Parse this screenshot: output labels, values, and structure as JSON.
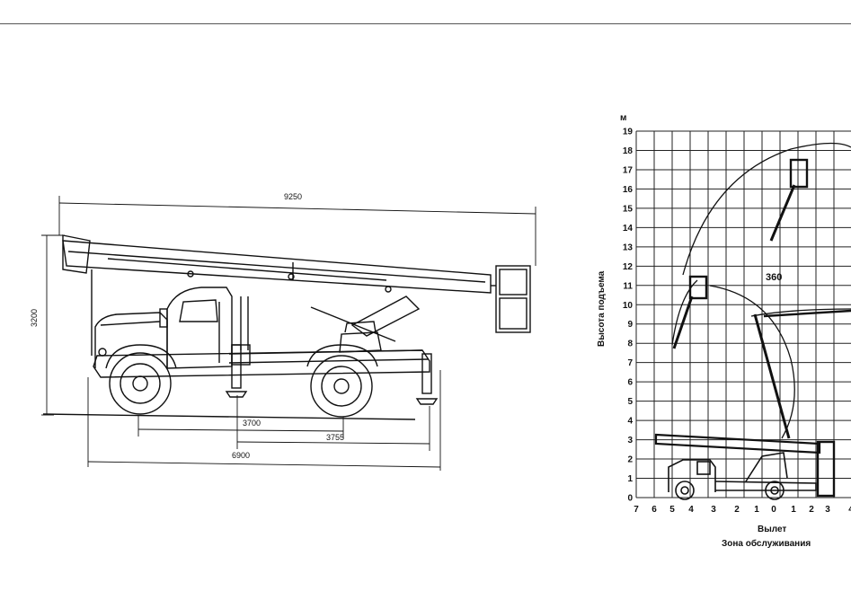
{
  "truck_drawing": {
    "dims": {
      "overall_length": "9250",
      "height": "3200",
      "wheelbase": "3700",
      "outrigger_base": "3755",
      "chassis_length": "6900"
    }
  },
  "zone_chart": {
    "y_unit": "м",
    "y_label": "Высота подъема",
    "x_label": "Вылет",
    "caption": "Зона обслуживания",
    "rotation_label": "360",
    "y_ticks": [
      "0",
      "1",
      "2",
      "3",
      "4",
      "5",
      "6",
      "7",
      "8",
      "9",
      "10",
      "11",
      "12",
      "13",
      "14",
      "15",
      "16",
      "17",
      "18",
      "19"
    ],
    "x_ticks": [
      "7",
      "6",
      "5",
      "4",
      "3",
      "2",
      "1",
      "0",
      "1",
      "2",
      "3",
      "4"
    ]
  },
  "chart_data": {
    "type": "other",
    "y_ticks": [
      0,
      1,
      2,
      3,
      4,
      5,
      6,
      7,
      8,
      9,
      10,
      11,
      12,
      13,
      14,
      15,
      16,
      17,
      18,
      19
    ],
    "x_ticks": [
      7,
      6,
      5,
      4,
      3,
      2,
      1,
      0,
      1,
      2,
      3,
      4
    ],
    "ylim": [
      0,
      19
    ],
    "xlabel": "Вылет",
    "ylabel": "Высота подъема",
    "y_unit": "м",
    "grid": true
  }
}
